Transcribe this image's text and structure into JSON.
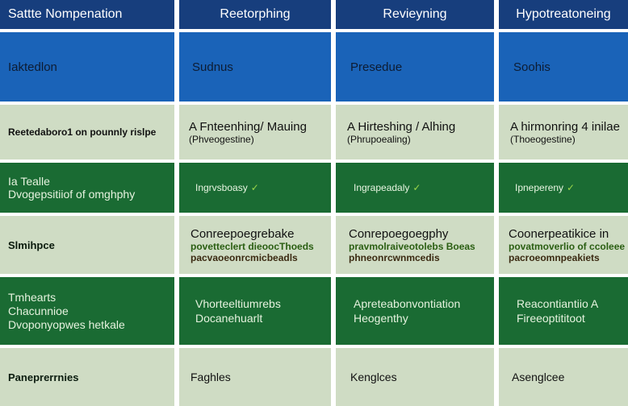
{
  "header": {
    "cols": [
      "Sattte Nompenation",
      "Reetorphing",
      "Revieyning",
      "Hypotreatoneing"
    ]
  },
  "section_row": {
    "cells": [
      "Iaktedlon",
      "Sudnus",
      "Presedue",
      "Soohis"
    ]
  },
  "rows": [
    {
      "label": "Reetedaboro1 on pounnly rislpe",
      "cells": [
        [
          "A Fnteenhing/ Mauing",
          "(Phveogestine)"
        ],
        [
          "A Hirteshing / Alhing",
          "(Phrupoealing)"
        ],
        [
          "A hirmonring 4 inilae",
          "(Thoeogestine)"
        ]
      ]
    },
    {
      "label": [
        "Ia Tealle",
        "Dvogepsitiiof of omghphy"
      ],
      "cells": [
        [
          "Ingrvsboasy"
        ],
        [
          "Ingrapeadaly"
        ],
        [
          "Ipnepereny"
        ]
      ],
      "mark": "✓"
    },
    {
      "label": "Slmihpce",
      "cells": [
        [
          "Conreepoegrebake",
          "povetteclert dieoocThoeds",
          "pacvaoeonrcmicbeadls"
        ],
        [
          "Conrepoegoegphy",
          "pravmolraiveotolebs Boeas",
          "phneonrcwnmcedis"
        ],
        [
          "Coonerpeatikice in",
          "povatmoverlio of ccoleee",
          "pacroeomnpeakiets"
        ]
      ]
    },
    {
      "label": [
        "Tmhearts",
        "Chacunnioe",
        "Dvoponyopwes hetkale"
      ],
      "cells": [
        [
          "Vhorteeltiumrebs",
          "Docanehuarlt"
        ],
        [
          "Apreteabonvontiation",
          "Heogenthy"
        ],
        [
          "Reacontiantiio A",
          "Fireeoptititoot"
        ]
      ]
    },
    {
      "label": "Paneprerrnies",
      "cells": [
        [
          "Faghles"
        ],
        [
          "Kenglces"
        ],
        [
          "Asenglcee"
        ]
      ]
    }
  ],
  "colors": {
    "header_bg": "#173e7d",
    "section_bg": "#1a63b8",
    "light_row_bg": "#cfdcc4",
    "dark_row_bg": "#1a6b33",
    "check_color": "#9bd54a"
  }
}
